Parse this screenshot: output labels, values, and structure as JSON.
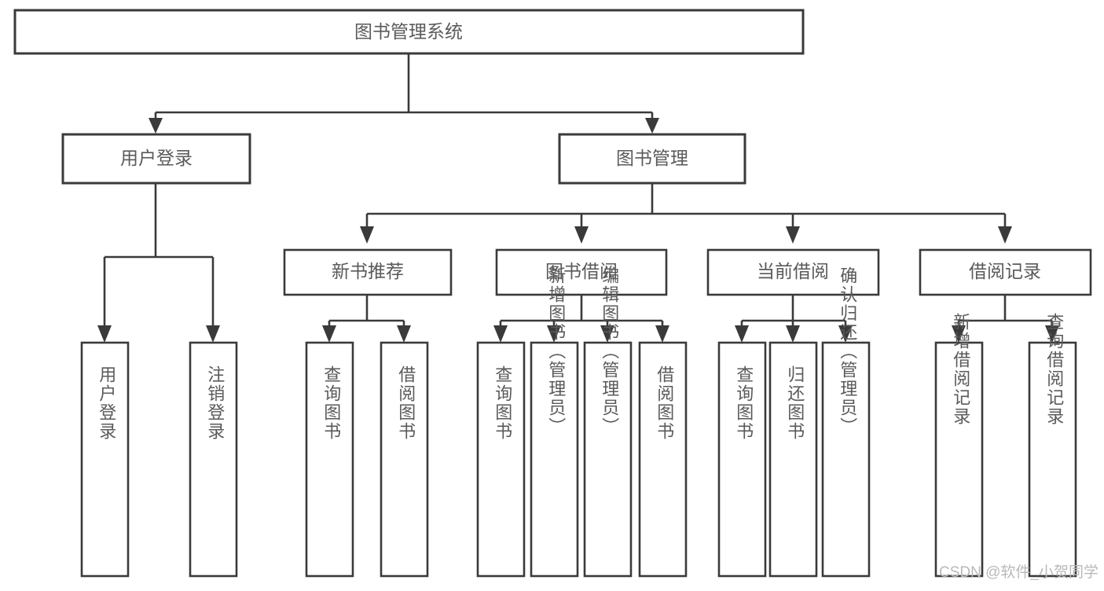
{
  "diagram": {
    "title": "图书管理系统",
    "type": "hierarchy-tree",
    "root": {
      "id": "root",
      "label": "图书管理系统"
    },
    "level1": [
      {
        "id": "user-login",
        "label": "用户登录"
      },
      {
        "id": "book-manage",
        "label": "图书管理"
      }
    ],
    "level2": [
      {
        "id": "new-book-recommend",
        "label": "新书推荐",
        "parent": "book-manage"
      },
      {
        "id": "book-borrow",
        "label": "图书借阅",
        "parent": "book-manage"
      },
      {
        "id": "current-borrow",
        "label": "当前借阅",
        "parent": "book-manage"
      },
      {
        "id": "borrow-record",
        "label": "借阅记录",
        "parent": "book-manage"
      }
    ],
    "leaves": [
      {
        "id": "leaf-user-login",
        "label": "用户登录",
        "parent": "user-login"
      },
      {
        "id": "leaf-user-logout",
        "label": "注销登录",
        "parent": "user-login"
      },
      {
        "id": "leaf-query-book-1",
        "label": "查询图书",
        "parent": "new-book-recommend"
      },
      {
        "id": "leaf-borrow-book-1",
        "label": "借阅图书",
        "parent": "new-book-recommend"
      },
      {
        "id": "leaf-query-book-2",
        "label": "查询图书",
        "parent": "book-borrow"
      },
      {
        "id": "leaf-add-book",
        "label": "新增图书（管理员）",
        "parent": "book-borrow"
      },
      {
        "id": "leaf-edit-book",
        "label": "编辑图书（管理员）",
        "parent": "book-borrow"
      },
      {
        "id": "leaf-borrow-book-2",
        "label": "借阅图书",
        "parent": "book-borrow"
      },
      {
        "id": "leaf-query-book-3",
        "label": "查询图书",
        "parent": "current-borrow"
      },
      {
        "id": "leaf-return-book",
        "label": "归还图书",
        "parent": "current-borrow"
      },
      {
        "id": "leaf-confirm-return",
        "label": "确认归还（管理员）",
        "parent": "current-borrow"
      },
      {
        "id": "leaf-add-record",
        "label": "新增借阅记录",
        "parent": "borrow-record"
      },
      {
        "id": "leaf-query-record",
        "label": "查询借阅记录",
        "parent": "borrow-record"
      }
    ]
  },
  "watermark": {
    "text": "CSDN @软件_小贺同学"
  },
  "colors": {
    "background": "#ffffff",
    "box_fill": "#ffffff",
    "box_stroke": "#3a3a3a",
    "label_text": "#5a5a5a",
    "connector": "#3a3a3a",
    "watermark": "#b9b9b9"
  }
}
